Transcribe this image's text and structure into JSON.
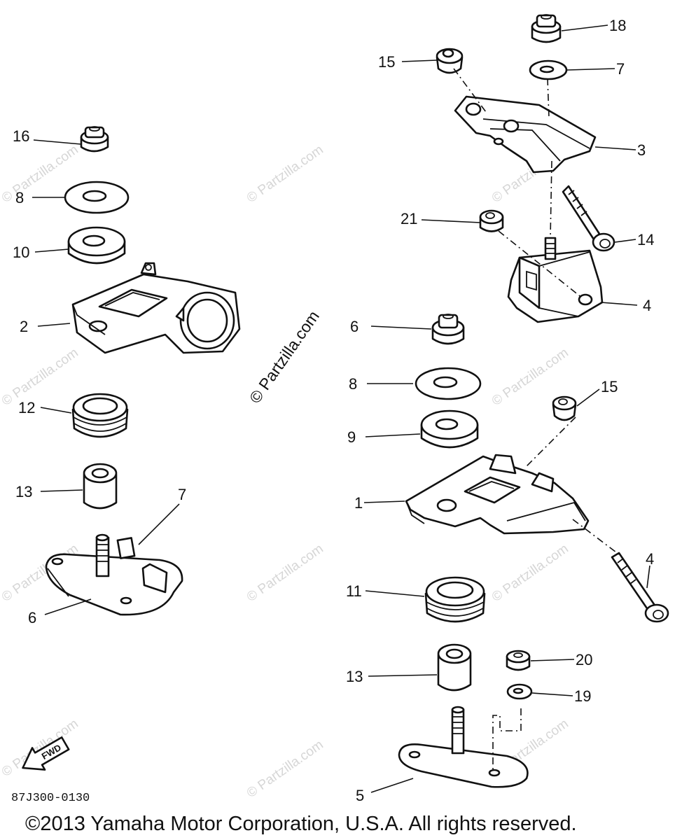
{
  "watermark": {
    "repeat_text": "© Partzilla.com",
    "main_text": "© Partzilla.com"
  },
  "diagram_code": "87J300-0130",
  "fwd_arrow_label": "FWD",
  "copyright": "©2013 Yamaha Motor Corporation, U.S.A. All rights reserved.",
  "callouts": [
    {
      "label": "18"
    },
    {
      "label": "15"
    },
    {
      "label": "7"
    },
    {
      "label": "3"
    },
    {
      "label": "21"
    },
    {
      "label": "14"
    },
    {
      "label": "4"
    },
    {
      "label": "16"
    },
    {
      "label": "8"
    },
    {
      "label": "10"
    },
    {
      "label": "2"
    },
    {
      "label": "6"
    },
    {
      "label": "8"
    },
    {
      "label": "15"
    },
    {
      "label": "9"
    },
    {
      "label": "12"
    },
    {
      "label": "13"
    },
    {
      "label": "7"
    },
    {
      "label": "1"
    },
    {
      "label": "4"
    },
    {
      "label": "6"
    },
    {
      "label": "11"
    },
    {
      "label": "20"
    },
    {
      "label": "13"
    },
    {
      "label": "19"
    },
    {
      "label": "5"
    }
  ]
}
